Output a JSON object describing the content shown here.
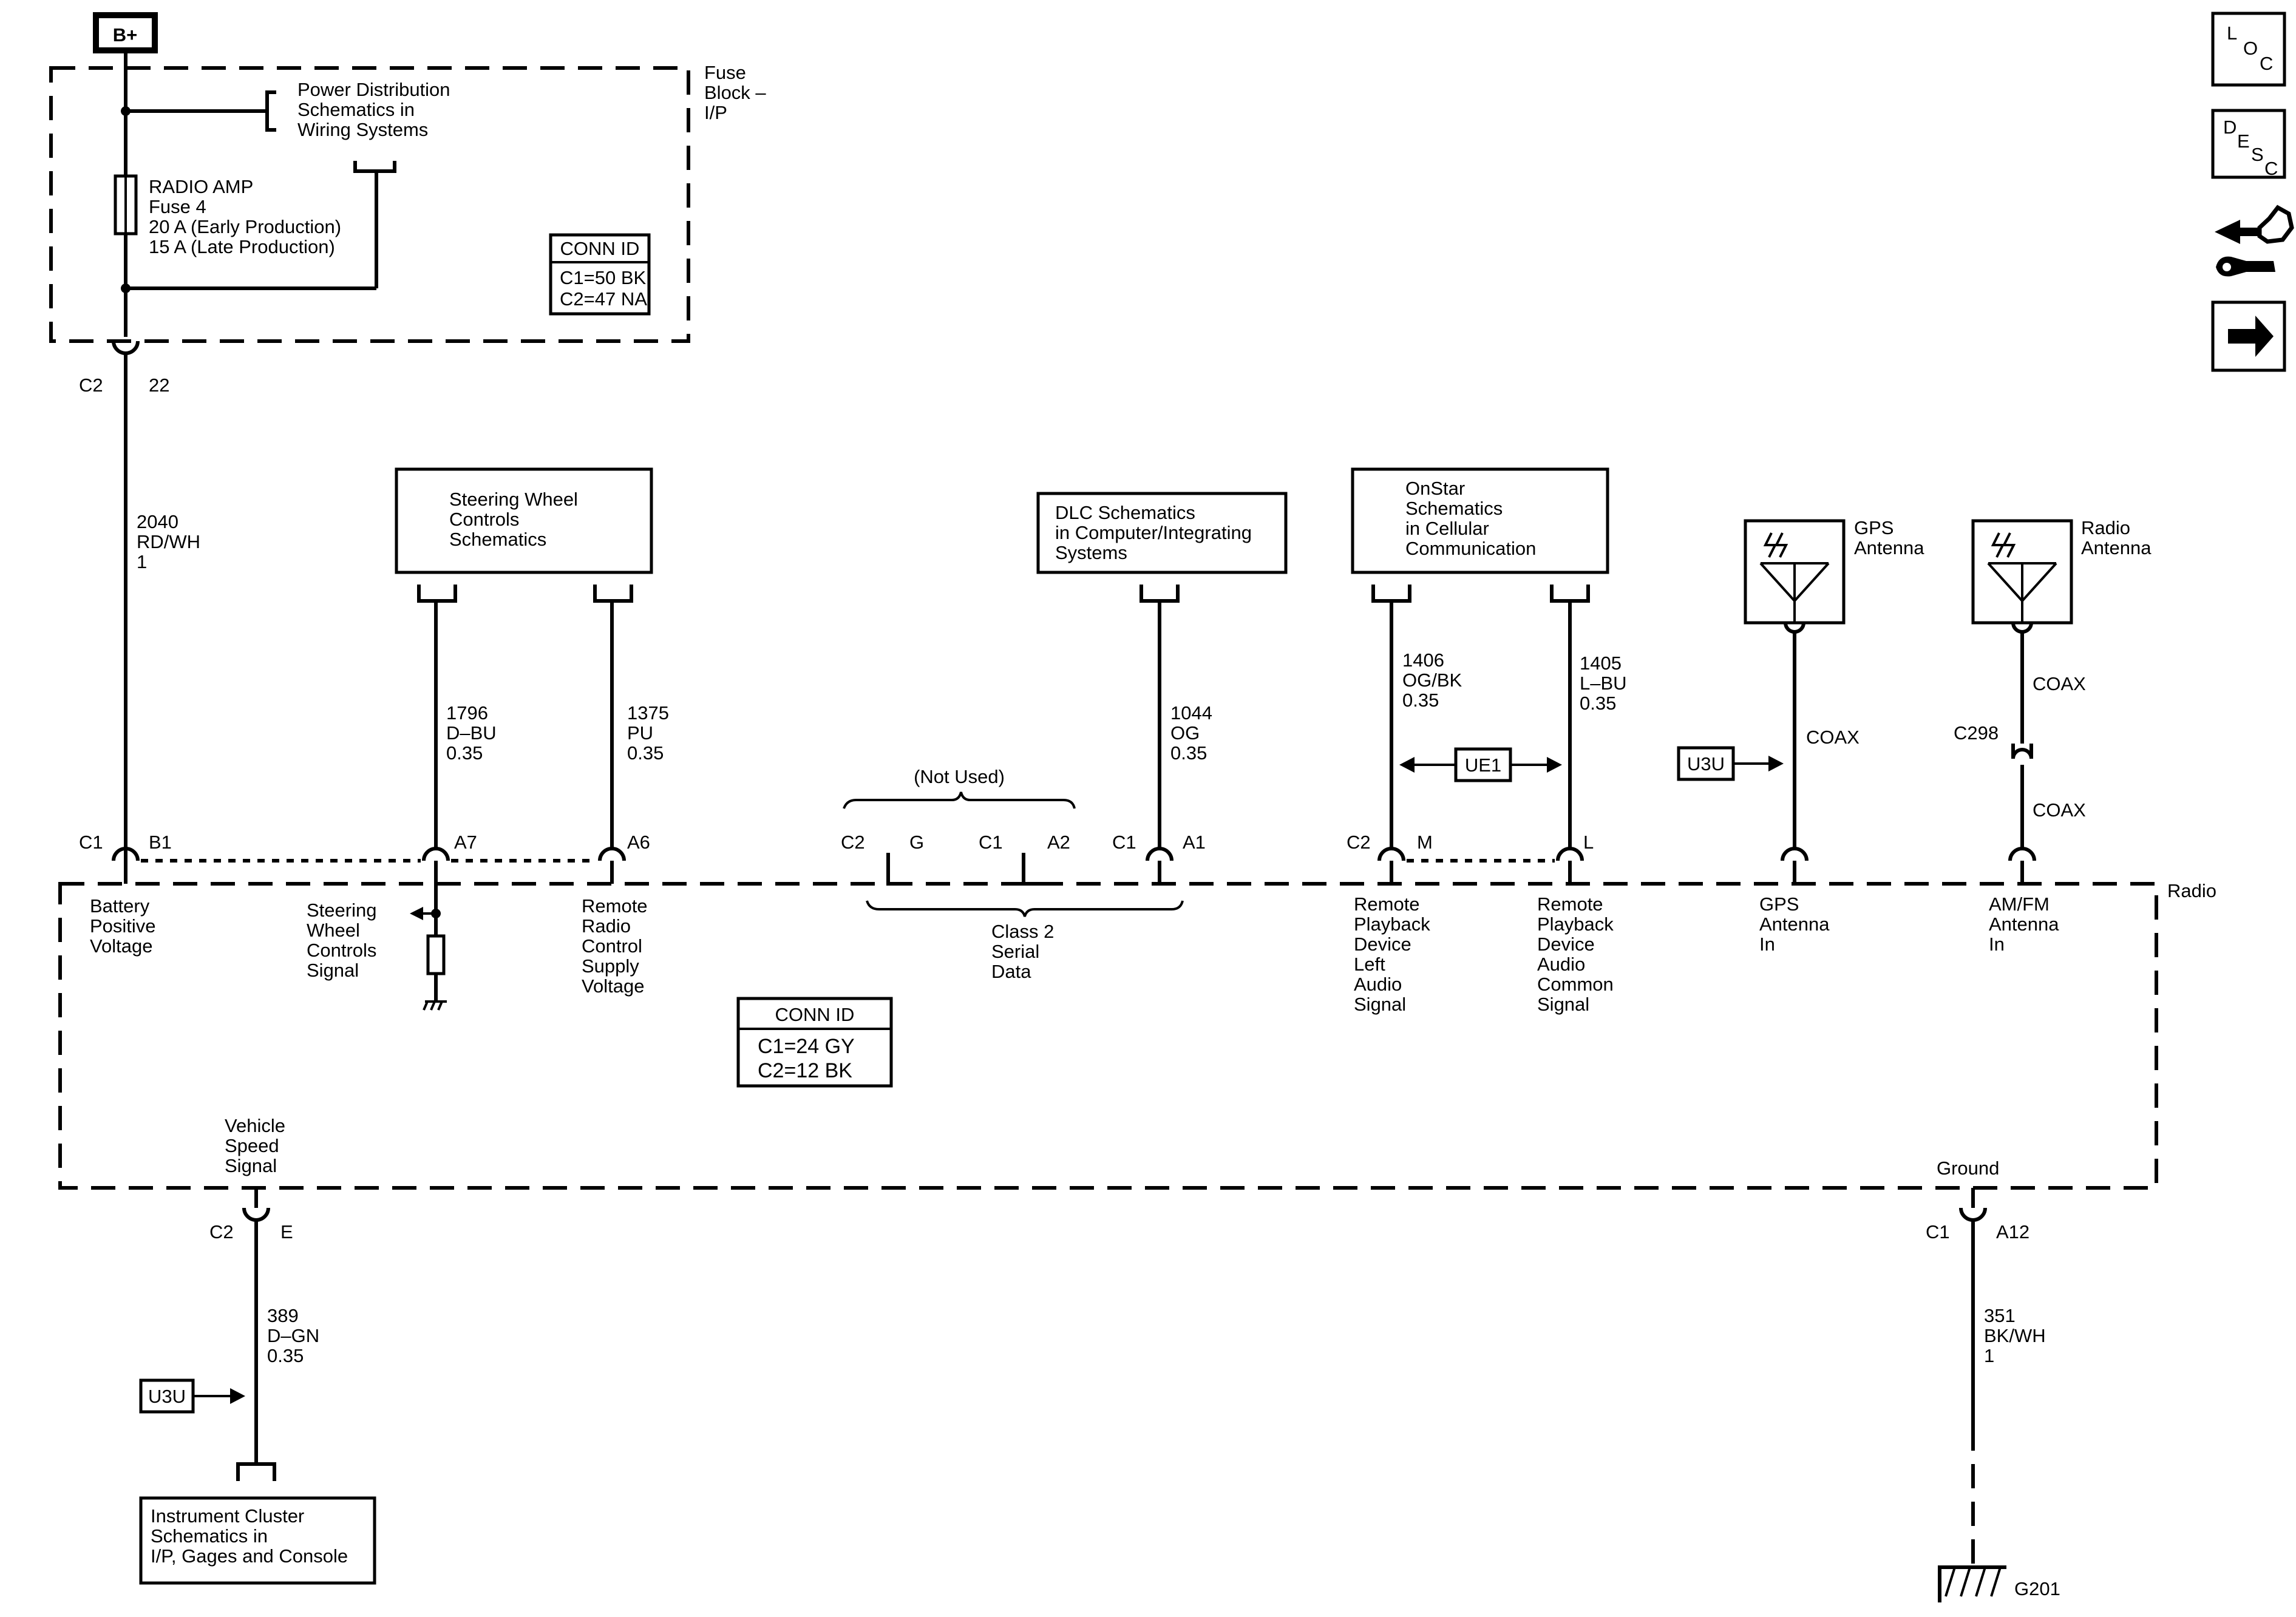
{
  "power": {
    "label": "B+"
  },
  "fuse_block": {
    "name": [
      "Fuse",
      "Block –",
      "I/P"
    ],
    "power_ref": [
      "Power Distribution",
      "Schematics in",
      "Wiring Systems"
    ],
    "fuse": [
      "RADIO AMP",
      "Fuse 4",
      "20 A (Early Production)",
      "15 A (Late Production)"
    ],
    "conn_id": {
      "title": "CONN ID",
      "lines": [
        "C1=50 BK",
        "C2=47 NA"
      ]
    },
    "out_conn": "C2",
    "out_pin": "22"
  },
  "wires": {
    "w2040": [
      "2040",
      "RD/WH",
      "1"
    ],
    "w1796": [
      "1796",
      "D–BU",
      "0.35"
    ],
    "w1375": [
      "1375",
      "PU",
      "0.35"
    ],
    "w1044": [
      "1044",
      "OG",
      "0.35"
    ],
    "w1406": [
      "1406",
      "OG/BK",
      "0.35"
    ],
    "w1405": [
      "1405",
      "L–BU",
      "0.35"
    ],
    "w389": [
      "389",
      "D–GN",
      "0.35"
    ],
    "w351": [
      "351",
      "BK/WH",
      "1"
    ]
  },
  "refs": {
    "steering": [
      "Steering Wheel",
      "Controls",
      "Schematics"
    ],
    "dlc": [
      "DLC Schematics",
      "in Computer/Integrating",
      "Systems"
    ],
    "onstar": [
      "OnStar",
      "Schematics",
      "in Cellular",
      "Communication"
    ],
    "cluster": [
      "Instrument Cluster",
      "Schematics in",
      "I/P, Gages and Console"
    ]
  },
  "antennas": {
    "gps": [
      "GPS",
      "Antenna"
    ],
    "radio": [
      "Radio",
      "Antenna"
    ],
    "coax": "COAX",
    "c298": "C298"
  },
  "options": {
    "ue1": "UE1",
    "u3u": "U3U"
  },
  "not_used": "(Not Used)",
  "radio": {
    "name": "Radio",
    "conn_id": {
      "title": "CONN ID",
      "lines": [
        "C1=24 GY",
        "C2=12 BK"
      ]
    },
    "pins": {
      "c1": "C1",
      "b1": "B1",
      "a7": "A7",
      "a6": "A6",
      "c2g": "C2",
      "g": "G",
      "c1a2": "C1",
      "a2": "A2",
      "c1a1": "C1",
      "a1": "A1",
      "c2m": "C2",
      "m": "M",
      "l": "L",
      "c2e": "C2",
      "e": "E",
      "c1a12": "C1",
      "a12": "A12"
    },
    "signals": {
      "battery": [
        "Battery",
        "Positive",
        "Voltage"
      ],
      "swc": [
        "Steering",
        "Wheel",
        "Controls",
        "Signal"
      ],
      "rrc": [
        "Remote",
        "Radio",
        "Control",
        "Supply",
        "Voltage"
      ],
      "class2": [
        "Class 2",
        "Serial",
        "Data"
      ],
      "left": [
        "Remote",
        "Playback",
        "Device",
        "Left",
        "Audio",
        "Signal"
      ],
      "common": [
        "Remote",
        "Playback",
        "Device",
        "Audio",
        "Common",
        "Signal"
      ],
      "gps_in": [
        "GPS",
        "Antenna",
        "In"
      ],
      "amfm_in": [
        "AM/FM",
        "Antenna",
        "In"
      ],
      "vss": [
        "Vehicle",
        "Speed",
        "Signal"
      ],
      "ground": "Ground"
    }
  },
  "ground_id": "G201",
  "nav": {
    "loc": [
      "L",
      "O",
      "C"
    ],
    "desc": [
      "D",
      "E",
      "S",
      "C"
    ]
  }
}
